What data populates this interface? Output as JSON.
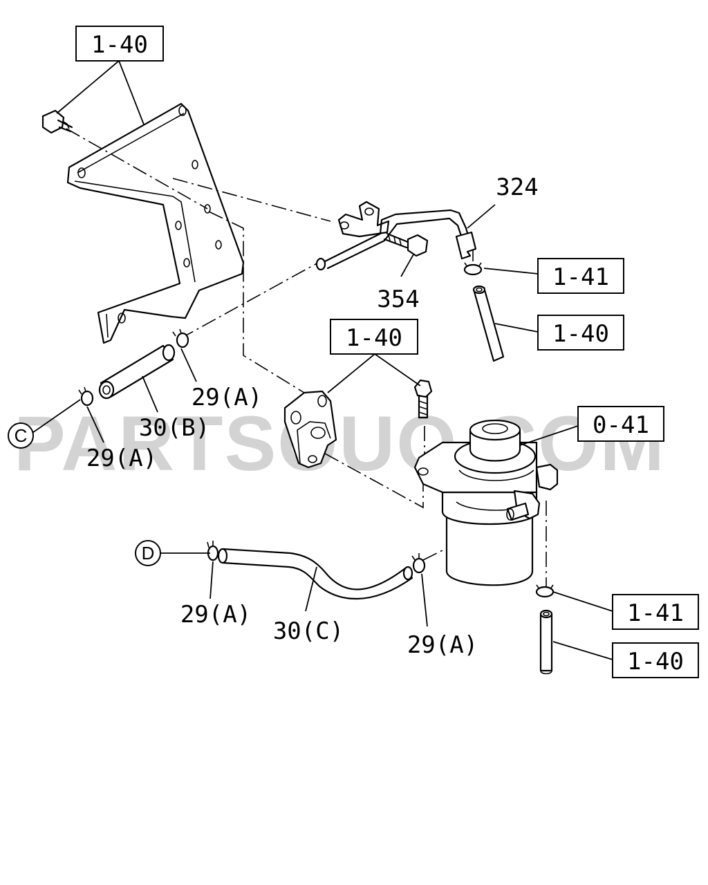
{
  "watermark": "PARTSOUQ.COM",
  "callouts": {
    "top_left_box": "1-40",
    "hose_324": "324",
    "bolt_354": "354",
    "clip_box_upper": "1-41",
    "hose_box_upper": "1-40",
    "bracket_bolt_box": "1-40",
    "filter_box": "0-41",
    "clip_box_lower": "1-41",
    "hose_box_lower": "1-40",
    "clip_29a_upper": "29(A)",
    "hose_30b": "30(B)",
    "clip_29a_left": "29(A)",
    "clip_29a_bottom_left": "29(A)",
    "hose_30c": "30(C)",
    "clip_29a_bottom_right": "29(A)"
  },
  "connectors": {
    "c": "C",
    "d": "D"
  }
}
